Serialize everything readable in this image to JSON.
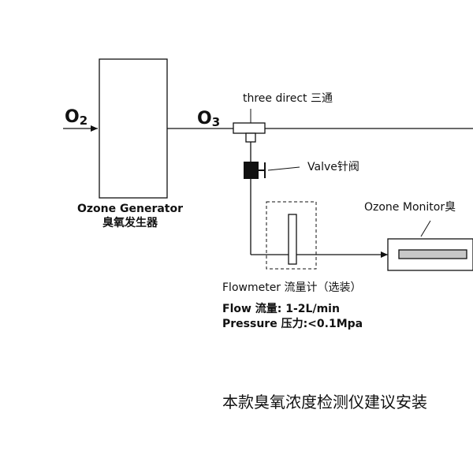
{
  "inputs": {
    "o2_base": "O",
    "o2_sub": "2",
    "o3_base": "O",
    "o3_sub": "3"
  },
  "generator": {
    "name_en": "Ozone Generator",
    "name_cn": "臭氧发生器"
  },
  "three_way": {
    "label": "three direct  三通"
  },
  "valve": {
    "label": "Valve针阀"
  },
  "monitor": {
    "label": "Ozone Monitor臭"
  },
  "flowmeter": {
    "label": "Flowmeter 流量计（选装）",
    "flow": "Flow 流量: 1-2L/min",
    "pressure": "Pressure 压力:<0.1Mpa"
  },
  "caption": {
    "text": "本款臭氧浓度检测仪建议安装"
  }
}
